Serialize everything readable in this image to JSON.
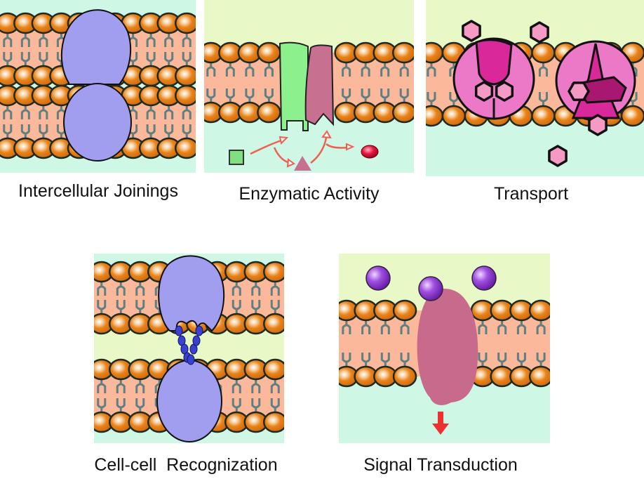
{
  "colors": {
    "outside": "#e8f8c6",
    "inside": "#cff7e6",
    "bilayer": "#fbb89a",
    "head": "#e8831a",
    "head_stroke": "#1e2a22",
    "tail": "#5f7f80",
    "protein_blue": "#a19ef0",
    "enzyme_green": "#8cf08c",
    "enzyme_mauve": "#c87090",
    "transporter_pink": "#ec78c8",
    "transporter_dark": "#a81870",
    "solute_pink": "#f49ac4",
    "signal_purple": "#a050e0",
    "receptor": "#c86a8c",
    "arrow_red": "#f03030",
    "reaction_arrow": "#f06050",
    "product_red": "#e81840",
    "substrate_green": "#80e080"
  },
  "panels": [
    {
      "id": "intercellular-joinings",
      "caption": "Intercellular Joinings"
    },
    {
      "id": "enzymatic-activity",
      "caption": "Enzymatic Activity"
    },
    {
      "id": "transport",
      "caption": "Transport"
    },
    {
      "id": "cell-cell-recognization",
      "caption": "Cell-cell  Recognization"
    },
    {
      "id": "signal-transduction",
      "caption": "Signal Transduction"
    }
  ]
}
